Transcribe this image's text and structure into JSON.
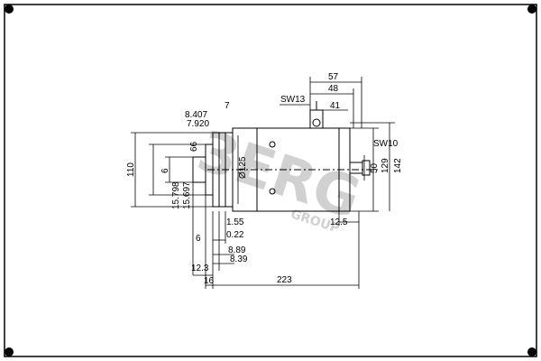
{
  "drawing": {
    "dimensions_top": {
      "d57": "57",
      "d48": "48",
      "d41": "41",
      "sw13": "SW13",
      "d7": "7",
      "d8407": "8.407",
      "d7920": "7.920"
    },
    "dimensions_left": {
      "d110": "110",
      "d66": "66",
      "d6": "6",
      "d15798": "15.798",
      "d15697": "15.697",
      "d125": "Ø125"
    },
    "dimensions_right": {
      "sw10": "SW10",
      "d50": "50",
      "d129": "129",
      "d142": "142",
      "d125r": "12.5"
    },
    "dimensions_bottom": {
      "d155": "1.55",
      "d022": "0.22",
      "d6b": "6",
      "d889": "8.89",
      "d839": "8.39",
      "d123": "12.3",
      "d16": "16",
      "d223": "223"
    },
    "watermark": {
      "text": "3ERG",
      "sub": "GROUP"
    }
  }
}
